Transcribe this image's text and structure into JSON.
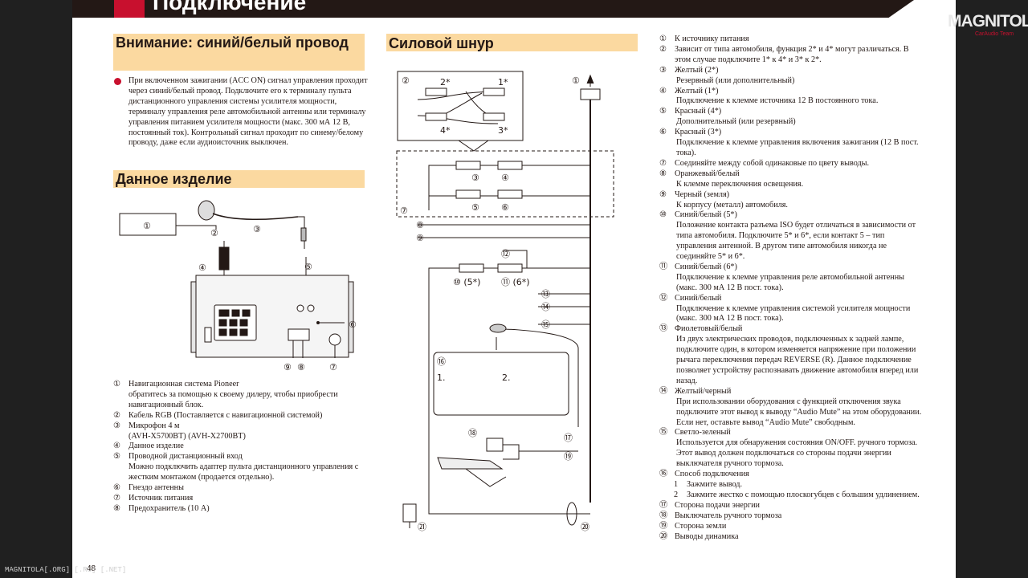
{
  "header": {
    "title": "Подключение"
  },
  "logo": {
    "line1": "MAGNITOLA",
    "line2": "CarAudio Team"
  },
  "warning": {
    "title": "Внимание: синий/белый провод",
    "text": "При включенном зажигании (ACC ON) сигнал управления проходит через синий/белый провод. Подключите его к терминалу пульта дистанционного управления системы усилителя мощности, терминалу управления реле автомобильной антенны или терминалу управления питанием усилителя мощности (макс. 300 мА 12 В, постоянный ток). Контрольный сигнал проходит по синему/белому проводу, даже если аудиоисточник выключен."
  },
  "product": {
    "title": "Данное изделие",
    "callouts": [
      "①",
      "②",
      "③",
      "④",
      "⑤",
      "⑥",
      "⑦",
      "⑧",
      "⑨"
    ],
    "items": [
      {
        "num": "①",
        "text": "Навигационная система Pioneer",
        "sub": "обратитесь за помощью к своему дилеру, чтобы приобрести навигационный блок."
      },
      {
        "num": "②",
        "text": "Кабель RGB (Поставляется с навигационной системой)",
        "sub": ""
      },
      {
        "num": "③",
        "text": "Микрофон 4 м",
        "sub": "(AVH-X5700BT) (AVH-X2700BT)"
      },
      {
        "num": "④",
        "text": "Данное изделие",
        "sub": ""
      },
      {
        "num": "⑤",
        "text": "Проводной дистанционный вход",
        "sub": "Можно подключить адаптер пульта дистанционного управления с жестким монтажом (продается отдельно)."
      },
      {
        "num": "⑥",
        "text": "Гнездо антенны",
        "sub": ""
      },
      {
        "num": "⑦",
        "text": "Источник питания",
        "sub": ""
      },
      {
        "num": "⑧",
        "text": "Предохранитель (10 А)",
        "sub": ""
      }
    ]
  },
  "power": {
    "title": "Силовой шнур",
    "labels": {
      "c1": "①",
      "c2": "②",
      "c3": "③",
      "c4": "④",
      "c5": "⑤",
      "c6": "⑥",
      "c7": "⑦",
      "c8": "⑧",
      "c9": "⑨",
      "c10": "⑩ (5*)",
      "c11": "⑪ (6*)",
      "c12": "⑫",
      "c13": "⑬",
      "c14": "⑭",
      "c15": "⑮",
      "c16": "⑯",
      "c17": "⑰",
      "c18": "⑱",
      "c19": "⑲",
      "c20": "⑳",
      "c21": "㉑",
      "s1": "1*",
      "s2": "2*",
      "s3": "3*",
      "s4": "4*",
      "step1": "1.",
      "step2": "2."
    }
  },
  "legend": [
    {
      "num": "①",
      "title": "К источнику питания",
      "lines": []
    },
    {
      "num": "②",
      "title": "Зависит от типа автомобиля, функция 2* и 4* могут различаться. В этом случае подключите 1* к 4* и 3* к 2*.",
      "lines": []
    },
    {
      "num": "③",
      "title": "Желтый (2*)",
      "lines": [
        "Резервный (или дополнительный)"
      ]
    },
    {
      "num": "④",
      "title": "Желтый (1*)",
      "lines": [
        "Подключение к клемме источника 12 В постоянного тока."
      ]
    },
    {
      "num": "⑤",
      "title": "Красный (4*)",
      "lines": [
        "Дополнительный (или резервный)"
      ]
    },
    {
      "num": "⑥",
      "title": "Красный (3*)",
      "lines": [
        "Подключение к клемме управления включения зажигания (12 В пост. тока)."
      ]
    },
    {
      "num": "⑦",
      "title": "Соединяйте между собой одинаковые по цвету выводы.",
      "lines": []
    },
    {
      "num": "⑧",
      "title": "Оранжевый/белый",
      "lines": [
        "К клемме переключения освещения."
      ]
    },
    {
      "num": "⑨",
      "title": "Черный (земля)",
      "lines": [
        "К корпусу (металл) автомобиля."
      ]
    },
    {
      "num": "⑩",
      "title": "Синий/белый (5*)",
      "lines": [
        "Положение контакта разъема ISO будет отличаться в зависимости от типа автомобиля. Подключите 5* и 6*, если контакт 5 – тип управления антенной. В другом типе автомобиля никогда не соединяйте 5* и 6*."
      ]
    },
    {
      "num": "⑪",
      "title": "Синий/белый (6*)",
      "lines": [
        "Подключение к клемме управления реле автомобильной антенны (макс. 300 мА 12 В пост. тока)."
      ]
    },
    {
      "num": "⑫",
      "title": "Синий/белый",
      "lines": [
        "Подключение к клемме управления системой усилителя мощности (макс. 300 мА 12 В пост. тока)."
      ]
    },
    {
      "num": "⑬",
      "title": "Фиолетовый/белый",
      "lines": [
        "Из двух электрических проводов, подключенных к задней лампе, подключите один, в котором изменяется напряжение при положении рычага переключения передач REVERSE (R). Данное подключение позволяет устройству распознавать движение автомобиля вперед или назад."
      ]
    },
    {
      "num": "⑭",
      "title": "Желтый/черный",
      "lines": [
        "При использовании оборудования с функцией отключения звука подключите этот вывод к выводу “Audio Mute” на этом оборудовании. Если нет, оставьте вывод “Audio Mute” свободным."
      ]
    },
    {
      "num": "⑮",
      "title": "Светло-зеленый",
      "lines": [
        "Используется для обнаружения состояния ON/OFF. ручного тормоза. Этот вывод должен подключаться со стороны подачи энергии выключателя ручного тормоза."
      ]
    },
    {
      "num": "⑯",
      "title": "Способ подключения",
      "lines": []
    },
    {
      "num": "⑰",
      "title": "Сторона подачи энергии",
      "lines": []
    },
    {
      "num": "⑱",
      "title": "Выключатель ручного тормоза",
      "lines": []
    },
    {
      "num": "⑲",
      "title": "Сторона земли",
      "lines": []
    },
    {
      "num": "⑳",
      "title": "Выводы динамика",
      "lines": []
    }
  ],
  "legend_sub16": [
    {
      "n": "1",
      "t": "Зажмите вывод."
    },
    {
      "n": "2",
      "t": "Зажмите жестко с помощью плоскогубцев с большим удлинением."
    }
  ],
  "footer": {
    "watermark": "MAGNITOLA[.ORG] [.RU] [.NET]",
    "page": "48"
  }
}
